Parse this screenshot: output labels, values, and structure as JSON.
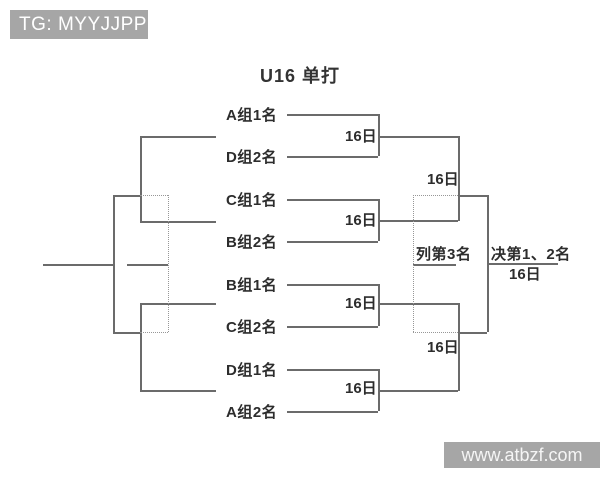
{
  "header": {
    "tg_badge": "TG: MYYJJPP"
  },
  "title": "U16 单打",
  "bracket": {
    "round1": [
      {
        "slot1": "A组1名",
        "slot2": "D组2名",
        "date": "16日"
      },
      {
        "slot1": "C组1名",
        "slot2": "B组2名",
        "date": "16日"
      },
      {
        "slot1": "B组1名",
        "slot2": "C组2名",
        "date": "16日"
      },
      {
        "slot1": "D组1名",
        "slot2": "A组2名",
        "date": "16日"
      }
    ],
    "semifinal_dates": [
      "16日",
      "16日"
    ],
    "third_place_label": "列第3名",
    "final_label": "决第1、2名",
    "final_date": "16日"
  },
  "watermark": "www.atbzf.com",
  "colors": {
    "badge_bg": "#a6a6a6",
    "solid_line": "#6b6b6b",
    "dotted_line": "#979797",
    "text": "#2d2d2d"
  }
}
